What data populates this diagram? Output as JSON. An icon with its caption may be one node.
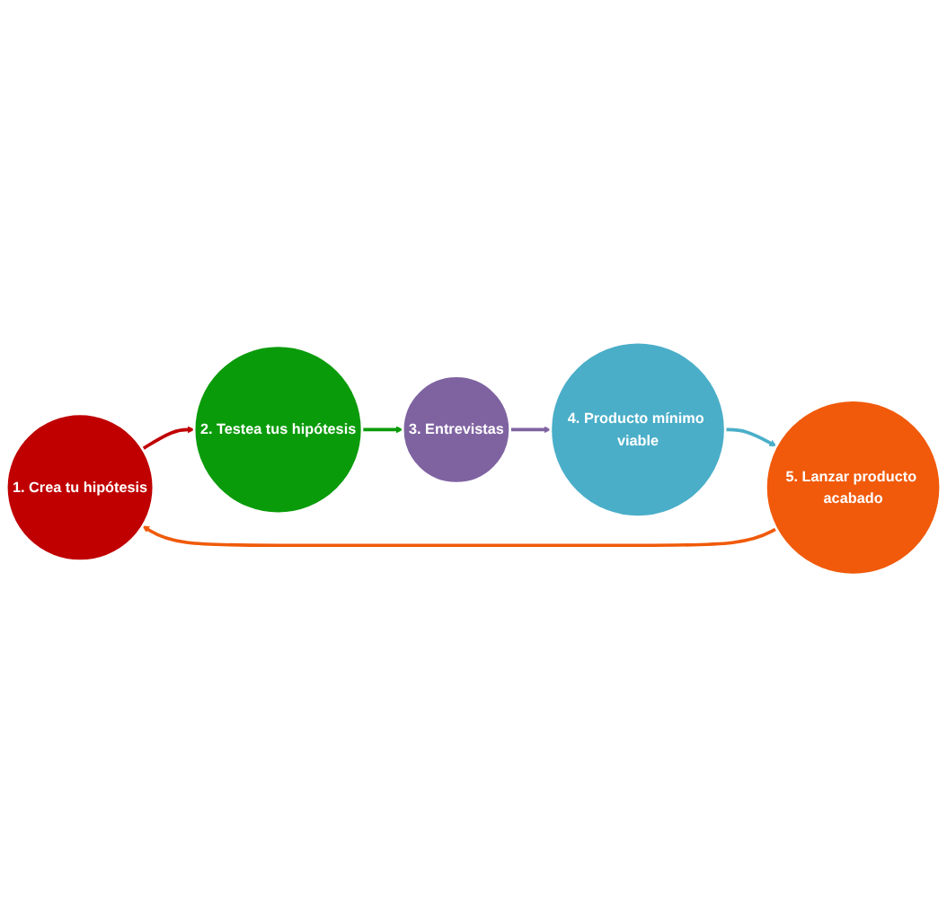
{
  "diagram": {
    "nodes": [
      {
        "text": [
          "1. Crea tu hipótesis"
        ]
      },
      {
        "text": [
          "2. Testea tus hipótesis"
        ]
      },
      {
        "text": [
          "3. Entrevistas"
        ]
      },
      {
        "text": [
          "4. Producto mínimo viable"
        ]
      },
      {
        "text": [
          "5. Lanzar producto acabado"
        ]
      }
    ],
    "edges": [
      {
        "from": 0,
        "to": 1,
        "arrow": "to",
        "color": "#c00000"
      },
      {
        "from": 1,
        "to": 2,
        "arrow": "to",
        "color": "#0a9b0a"
      },
      {
        "from": 2,
        "to": 3,
        "arrow": "to",
        "color": "#7f63a1"
      },
      {
        "from": 3,
        "to": 4,
        "arrow": "to",
        "color": "#4aaec8"
      },
      {
        "from": 4,
        "to": 0,
        "arrow": "to",
        "color": "#f05a0a"
      }
    ]
  }
}
